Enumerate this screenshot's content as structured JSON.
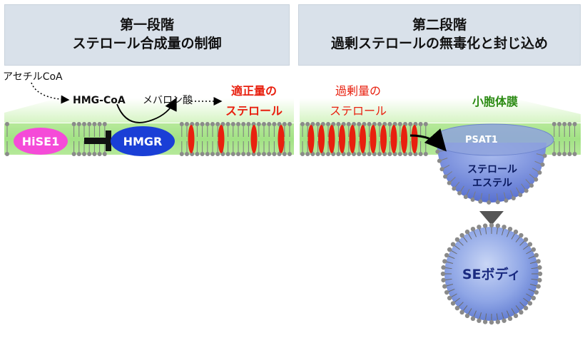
{
  "stage1": {
    "title": "第一段階",
    "subtitle": "ステロール合成量の制御"
  },
  "stage2": {
    "title": "第二段階",
    "subtitle": "過剰ステロールの無毒化と封じ込め"
  },
  "labels": {
    "acetyl_coa": "アセチルCoA",
    "hmg_coa": "HMG-CoA",
    "mevalonate": "メバロン酸",
    "proper_sterol_line1": "適正量の",
    "proper_sterol_line2": "ステロール",
    "excess_sterol_line1": "過剰量の",
    "excess_sterol_line2": "ステロール",
    "vacuole_membrane": "小胞体膜",
    "hise1": "HiSE1",
    "hmgr": "HMGR",
    "psat1": "PSAT1",
    "sterol_ester_line1": "ステロール",
    "sterol_ester_line2": "エステル",
    "se_body": "SEボディ"
  },
  "colors": {
    "header_bg": "#d9e1ea",
    "membrane": "#a8e38a",
    "sterol": "#e8200f",
    "hise1": "#f54bd8",
    "hmgr": "#1a3fd6",
    "psat1": "#8fa3dd",
    "ester": "#5b73d6",
    "red_label": "#e8200f",
    "green_label": "#2a8a12"
  }
}
